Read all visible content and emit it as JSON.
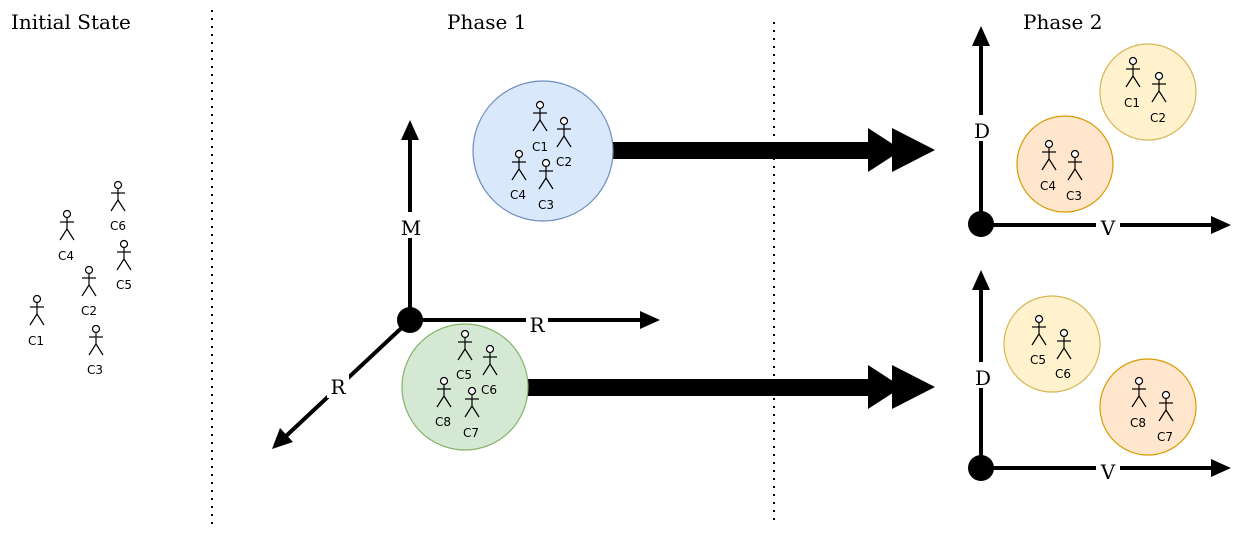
{
  "headings": {
    "initial": "Initial State",
    "phase1": "Phase 1",
    "phase2": "Phase 2"
  },
  "axes": {
    "phase1": {
      "vertical": "M",
      "horizontal": "R",
      "diagonal": "R"
    },
    "phase2_top": {
      "vertical": "D",
      "horizontal": "V"
    },
    "phase2_bottom": {
      "vertical": "D",
      "horizontal": "V"
    }
  },
  "initial_customers": [
    "C6",
    "C4",
    "C5",
    "C2",
    "C1",
    "C3"
  ],
  "phase1_clusters": [
    {
      "color": "#dae8fc",
      "stroke": "#6c8ebf",
      "members": [
        "C1",
        "C2",
        "C4",
        "C3"
      ]
    },
    {
      "color": "#d5e8d4",
      "stroke": "#82b366",
      "members": [
        "C5",
        "C6",
        "C8",
        "C7"
      ]
    }
  ],
  "phase2_clusters": [
    {
      "color": "#fff2cc",
      "stroke": "#d6b656",
      "members": [
        "C1",
        "C2"
      ]
    },
    {
      "color": "#ffe6cc",
      "stroke": "#d79b00",
      "members": [
        "C4",
        "C3"
      ]
    },
    {
      "color": "#fff2cc",
      "stroke": "#d6b656",
      "members": [
        "C5",
        "C6"
      ]
    },
    {
      "color": "#ffe6cc",
      "stroke": "#d79b00",
      "members": [
        "C8",
        "C7"
      ]
    }
  ]
}
